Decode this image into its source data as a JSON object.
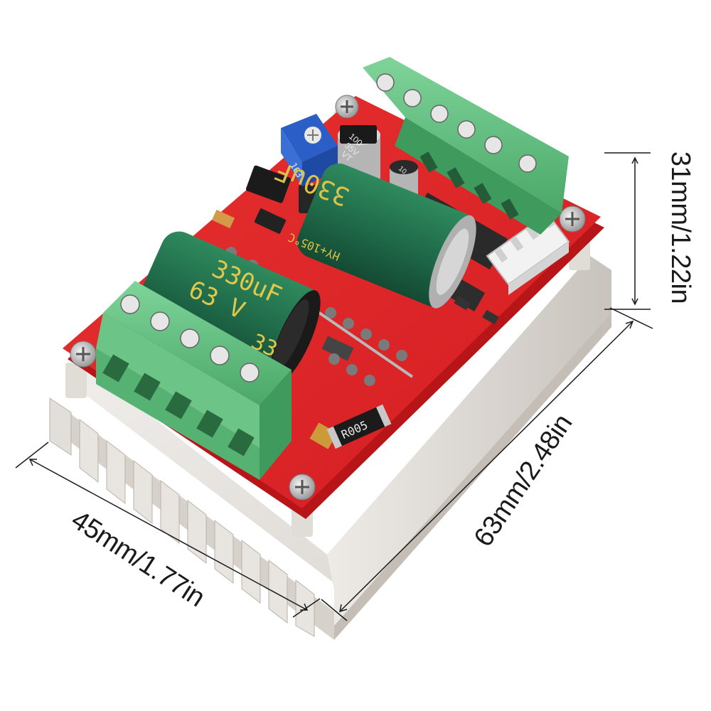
{
  "dimensions": {
    "height": "31mm/1.22in",
    "length": "63mm/2.48in",
    "width": "45mm/1.77in"
  },
  "component_labels": {
    "cap_large_1_value": "330uF",
    "cap_large_1_voltage": "63 V",
    "cap_large_1_partial": "33",
    "cap_large_1_partial2": "63",
    "cap_large_2_value": "330uF",
    "cap_large_2_temp": "HY+105°C",
    "cap_small_1_value": "100",
    "cap_small_1_voltage": "35V",
    "cap_small_1_code": "VT",
    "cap_small_2_value": "10",
    "resistor_code": "R005",
    "pot_code": "103"
  },
  "colors": {
    "pcb": "#e4262a",
    "terminal": "#5fbf7a",
    "capacitor": "#1f6b4a",
    "heatsink": "#e9e6e2",
    "dim_line": "#1a1a1a"
  }
}
